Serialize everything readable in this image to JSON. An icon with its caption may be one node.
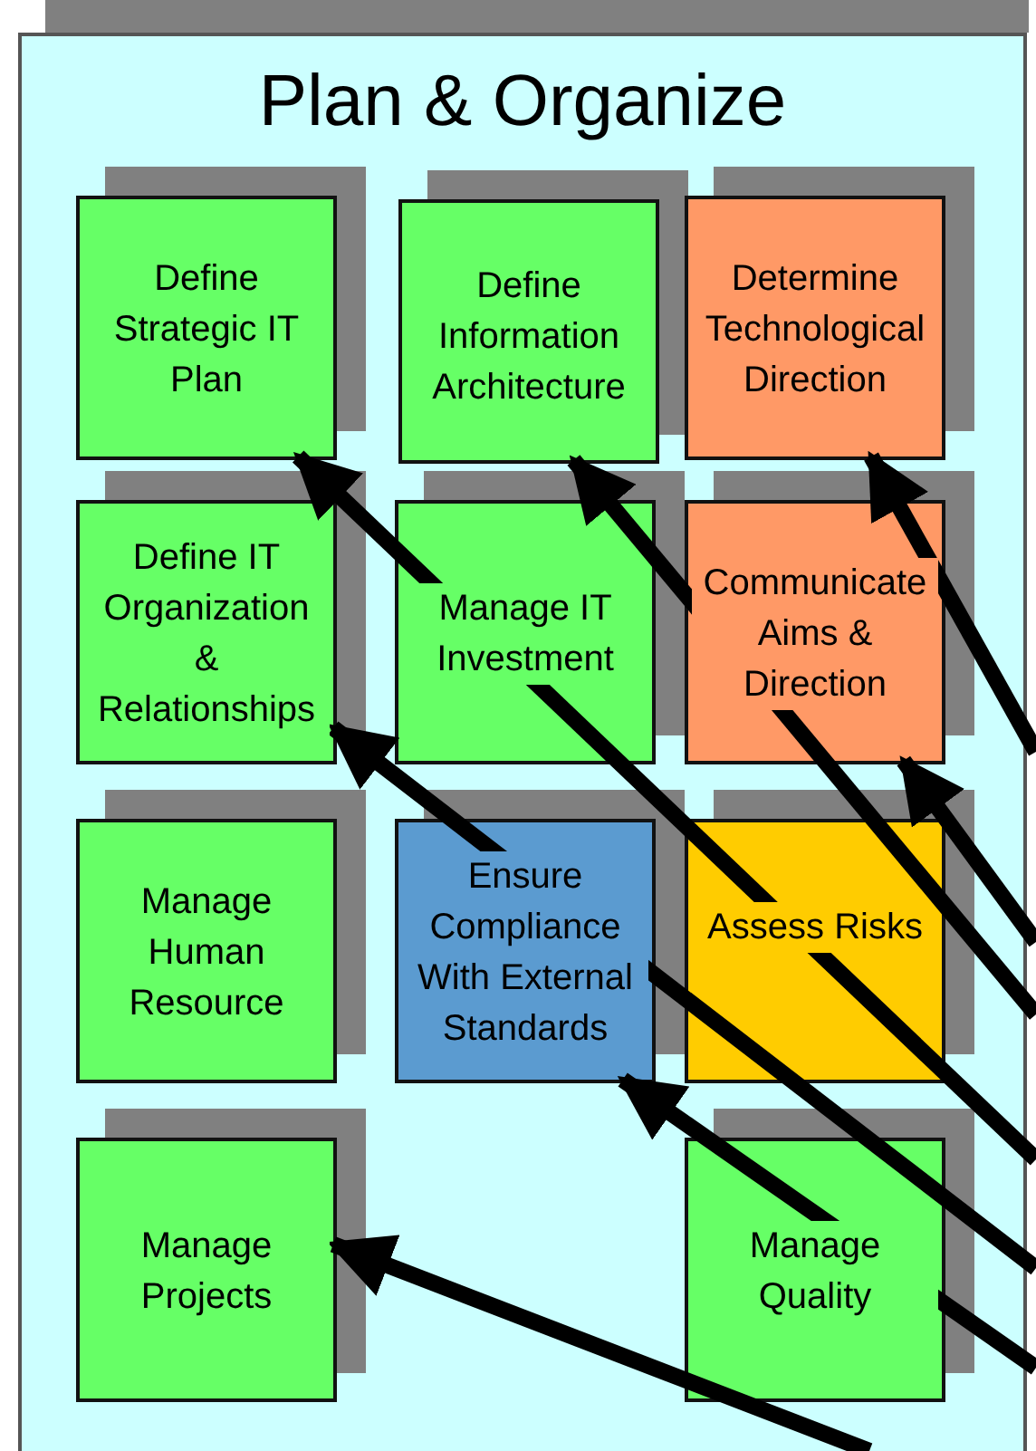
{
  "diagram": {
    "nodes": [
      {
        "text": [
          "Plan & Organize"
        ]
      },
      {
        "text": [
          "Define Strategic IT Plan"
        ],
        "in": 0
      },
      {
        "text": [
          "Define Information Architecture"
        ],
        "in": 0
      },
      {
        "text": [
          "Determine Technological Direction"
        ],
        "in": 0
      },
      {
        "text": [
          "Define IT Organization & Relationships"
        ],
        "in": 0
      },
      {
        "text": [
          "Manage IT Investment"
        ],
        "in": 0
      },
      {
        "text": [
          "Communicate Aims & Direction"
        ],
        "in": 0
      },
      {
        "text": [
          "Manage Human Resource"
        ],
        "in": 0
      },
      {
        "text": [
          "Ensure Compliance With External Standards"
        ],
        "in": 0
      },
      {
        "text": [
          "Assess Risks"
        ],
        "in": 0
      },
      {
        "text": [
          "Manage Projects"
        ],
        "in": 0
      },
      {
        "text": [
          "Manage Quality"
        ],
        "in": 0
      }
    ],
    "edges": [
      {
        "from": null,
        "to": 3,
        "arrow": "to"
      },
      {
        "from": null,
        "to": 2,
        "arrow": "to"
      },
      {
        "from": null,
        "to": 6,
        "arrow": "to"
      },
      {
        "from": null,
        "to": 1,
        "arrow": "to"
      },
      {
        "from": null,
        "to": 4,
        "arrow": "to"
      },
      {
        "from": null,
        "to": 8,
        "arrow": "to"
      },
      {
        "from": null,
        "to": 10,
        "arrow": "to"
      }
    ]
  }
}
